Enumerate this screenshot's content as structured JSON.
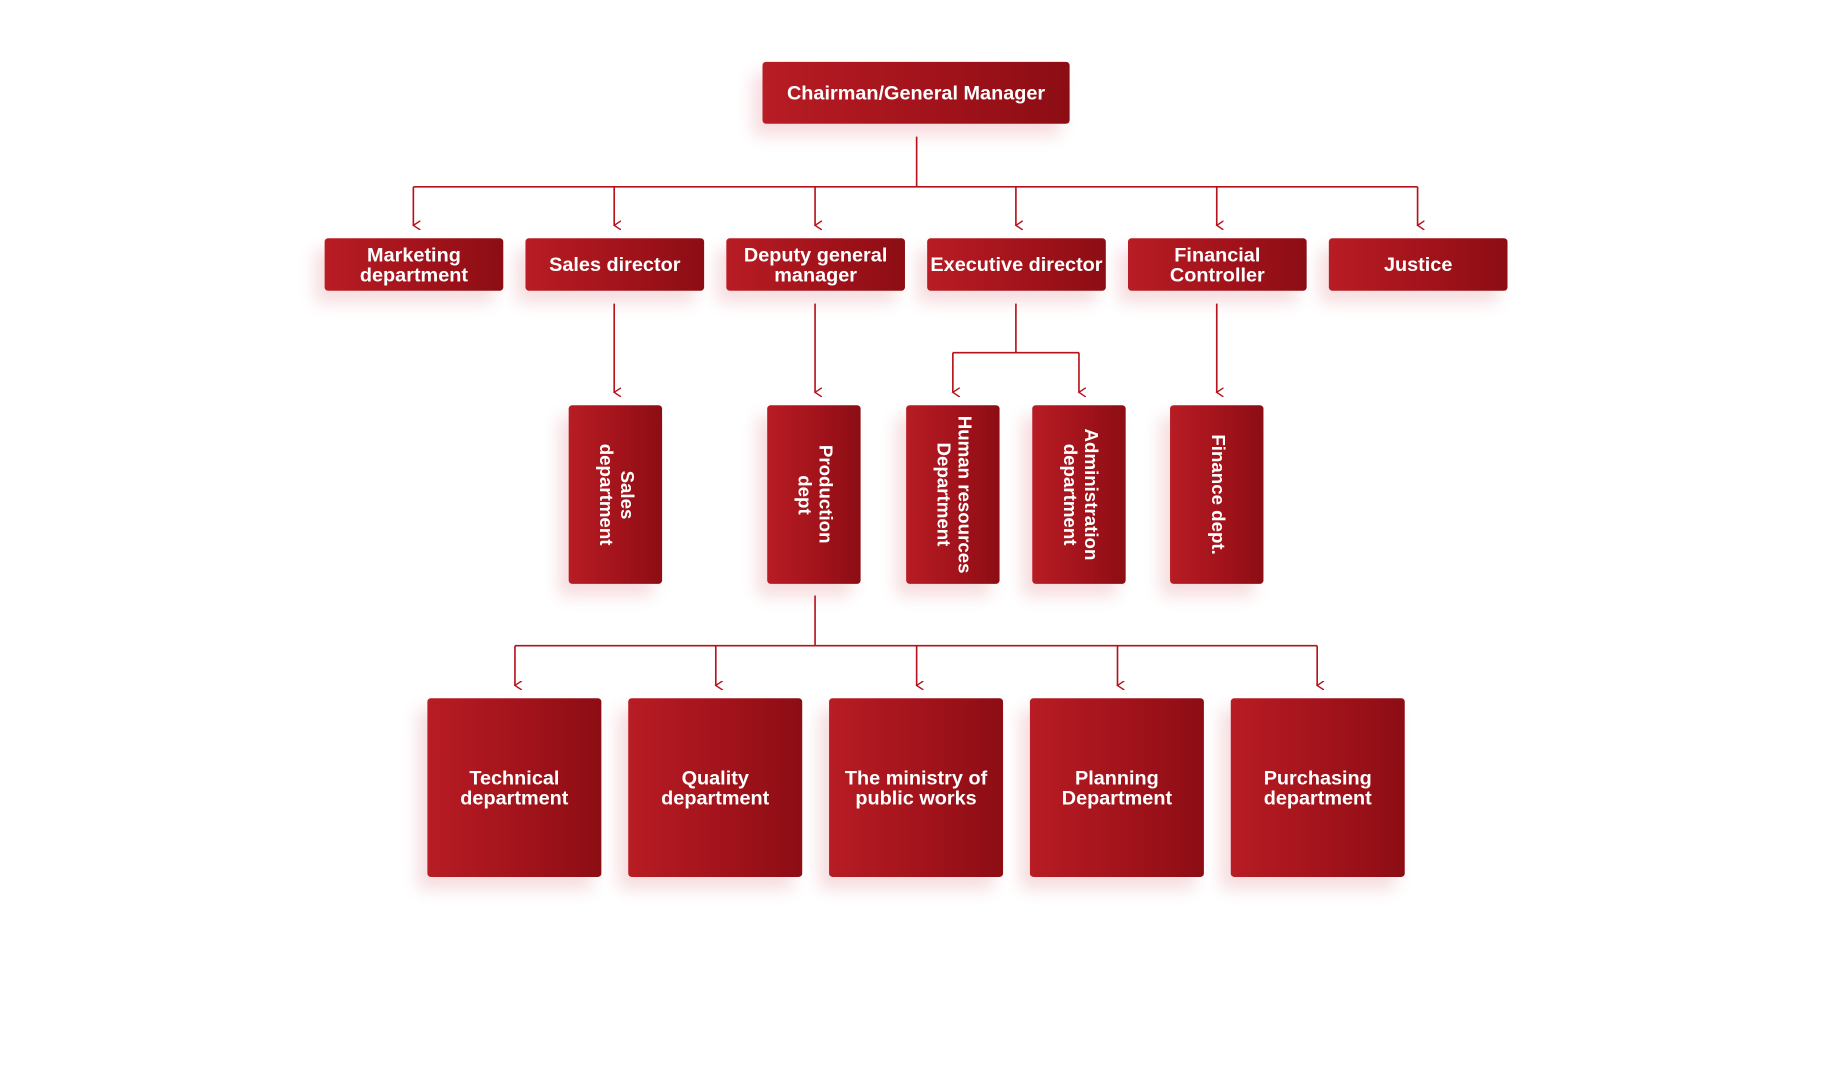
{
  "colors": {
    "box": "#a8141c",
    "line": "#b5121b"
  },
  "root": {
    "label": "Chairman/General Manager"
  },
  "level1": [
    {
      "label": "Marketing department"
    },
    {
      "label": "Sales director"
    },
    {
      "label": "Deputy general manager"
    },
    {
      "label": "Executive director"
    },
    {
      "label": "Financial Controller"
    },
    {
      "label": "Justice"
    }
  ],
  "level2": [
    {
      "label": "Sales department"
    },
    {
      "label": "Production dept"
    },
    {
      "label": "Human resources Department"
    },
    {
      "label": "Administration department"
    },
    {
      "label": "Finance dept."
    }
  ],
  "level3": [
    {
      "label": "Technical department"
    },
    {
      "label": "Quality department"
    },
    {
      "label": "The ministry of public works"
    },
    {
      "label": "Planning Department"
    },
    {
      "label": "Purchasing department"
    }
  ]
}
